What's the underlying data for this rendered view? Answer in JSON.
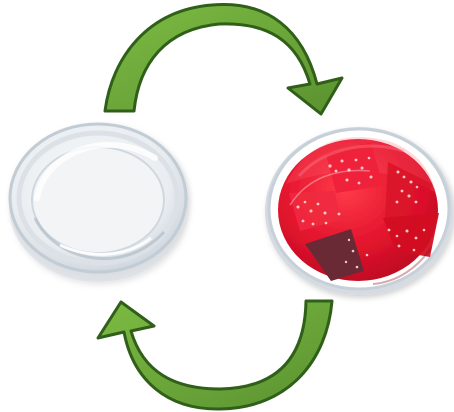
{
  "scene": {
    "left_object": "empty-petri-dish",
    "right_object": "petri-dish-with-red-agar-and-colonies",
    "top_arrow_direction": "clockwise-left-to-right",
    "bottom_arrow_direction": "clockwise-right-to-left"
  },
  "colors": {
    "arrow_fill": "#6aa136",
    "arrow_stroke": "#2f5f18",
    "agar_red": "#e2132d",
    "agar_highlight": "#ff3b49",
    "colony_light": "#ffd7d7",
    "dark_colony_patch": "#6a2b35",
    "empty_dish_glass": "#d9dde2",
    "dish_rim": "#c7d0d9"
  }
}
